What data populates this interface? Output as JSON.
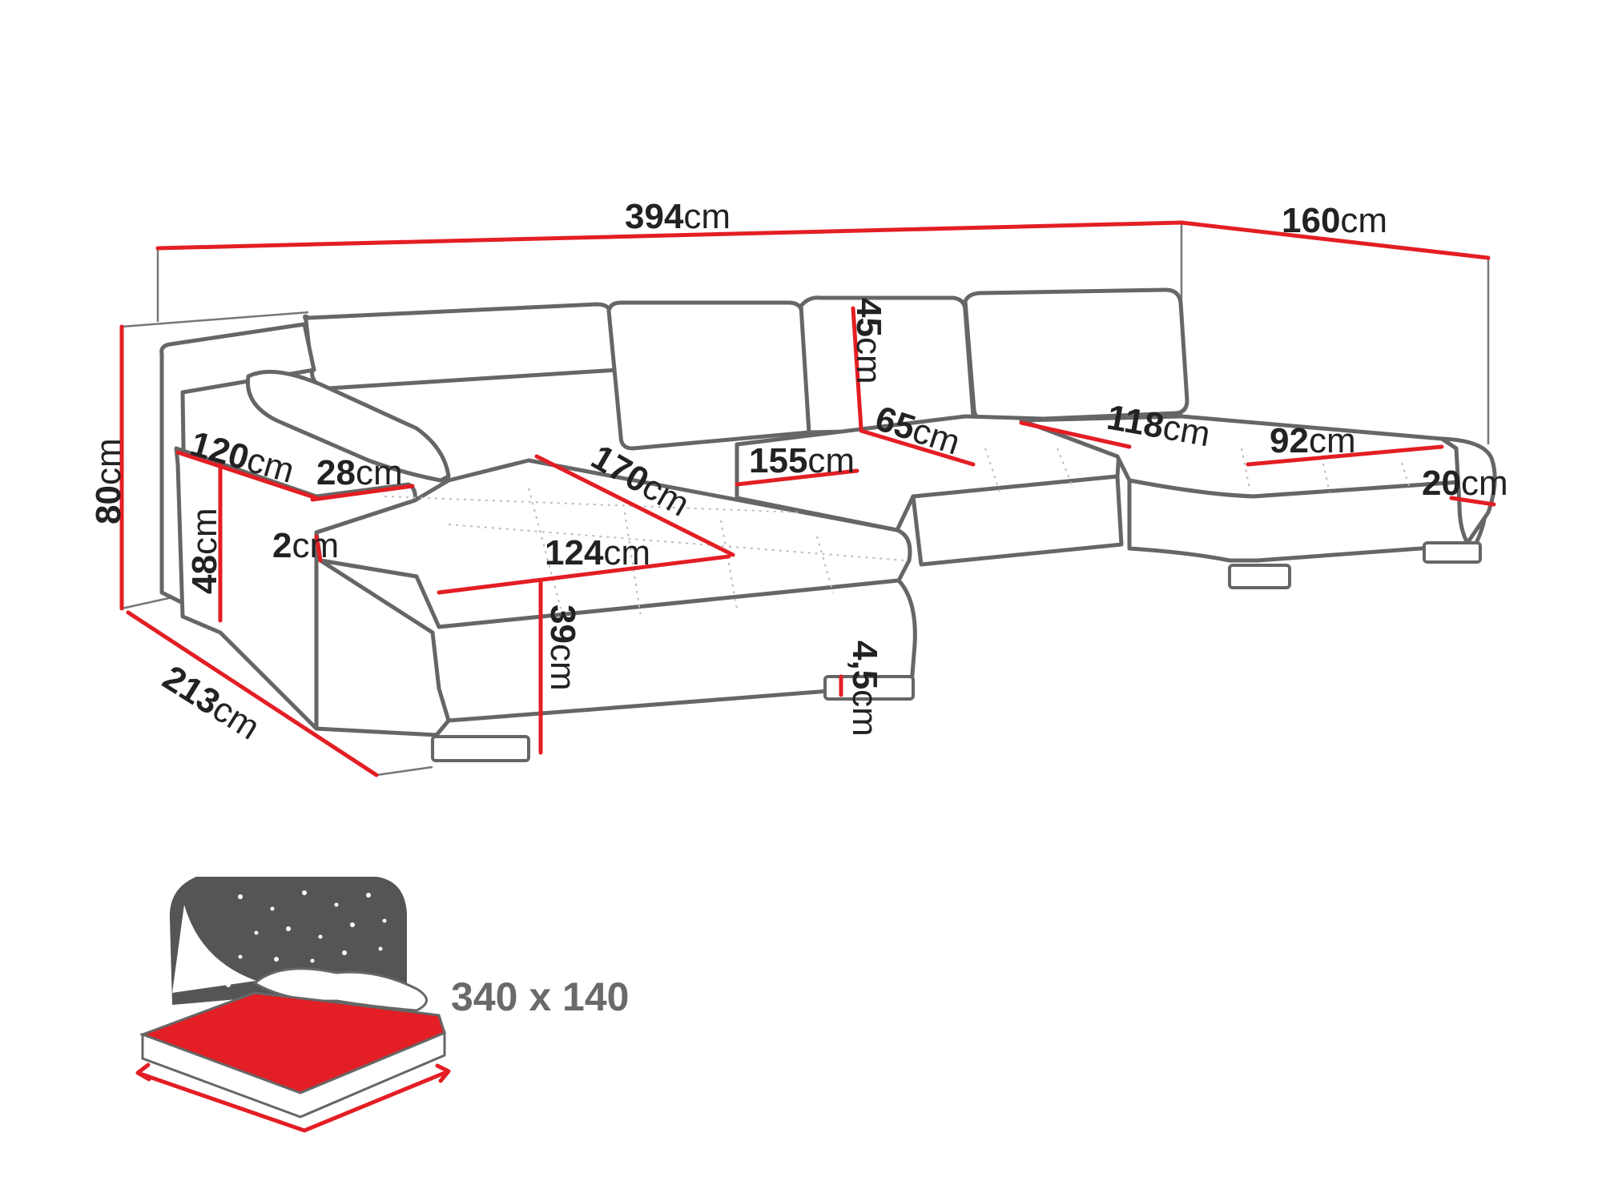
{
  "dimensions": {
    "total_width": {
      "value": "394",
      "unit": "cm"
    },
    "right_depth": {
      "value": "160",
      "unit": "cm"
    },
    "height": {
      "value": "80",
      "unit": "cm"
    },
    "left_depth": {
      "value": "213",
      "unit": "cm"
    },
    "backrest_height": {
      "value": "45",
      "unit": "cm"
    },
    "armrest_length": {
      "value": "120",
      "unit": "cm"
    },
    "armrest_width": {
      "value": "28",
      "unit": "cm"
    },
    "armrest_height": {
      "value": "48",
      "unit": "cm"
    },
    "armrest_gap": {
      "value": "2",
      "unit": "cm"
    },
    "chaise_length": {
      "value": "170",
      "unit": "cm"
    },
    "middle_width": {
      "value": "155",
      "unit": "cm"
    },
    "seat_depth_mid": {
      "value": "65",
      "unit": "cm"
    },
    "right_seat_len": {
      "value": "118",
      "unit": "cm"
    },
    "right_chaise_w": {
      "value": "92",
      "unit": "cm"
    },
    "right_arm_h": {
      "value": "20",
      "unit": "cm"
    },
    "chaise_width": {
      "value": "124",
      "unit": "cm"
    },
    "seat_height": {
      "value": "39",
      "unit": "cm"
    },
    "leg_height": {
      "value": "4,5",
      "unit": "cm"
    }
  },
  "sleeping_area": {
    "label": "340 x 140",
    "icon": "bed-with-starry-night-icon",
    "accent_color": "#e31e24"
  },
  "colors": {
    "dimension_line": "#e31e24",
    "outline": "#666666",
    "text": "#222222"
  }
}
